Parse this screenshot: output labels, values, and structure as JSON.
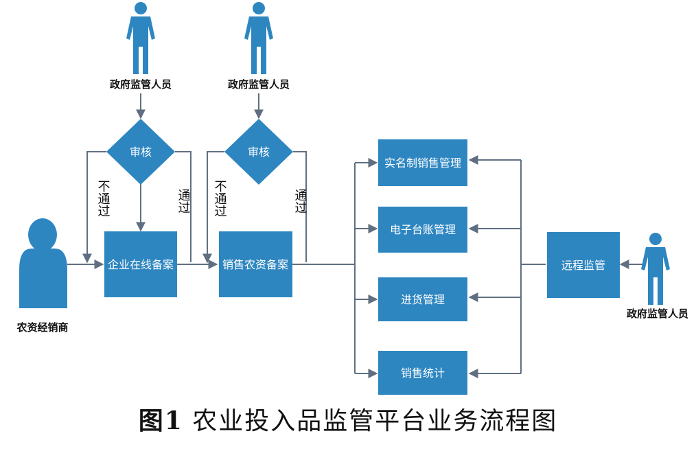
{
  "colors": {
    "box": "#2e86c1",
    "line": "#5f6f81",
    "text_on_box": "#ffffff"
  },
  "people": {
    "gov_1": "政府监管人员",
    "gov_2": "政府监管人员",
    "gov_3": "政府监管人员",
    "dealer": "农资经销商"
  },
  "decisions": {
    "review_1": "审核",
    "review_2": "审核"
  },
  "branches": {
    "fail_1": "不通过",
    "pass_1": "通过",
    "fail_2": "不通过",
    "pass_2": "通过"
  },
  "processes": {
    "enterprise_filing": "企业在线备案",
    "sales_filing": "销售农资备案",
    "realname_sales": "实名制销售管理",
    "e_ledger": "电子台账管理",
    "purchase": "进货管理",
    "sales_stats": "销售统计",
    "remote_supervision": "远程监管"
  },
  "caption": {
    "number": "图1",
    "title": "农业投入品监管平台业务流程图"
  }
}
